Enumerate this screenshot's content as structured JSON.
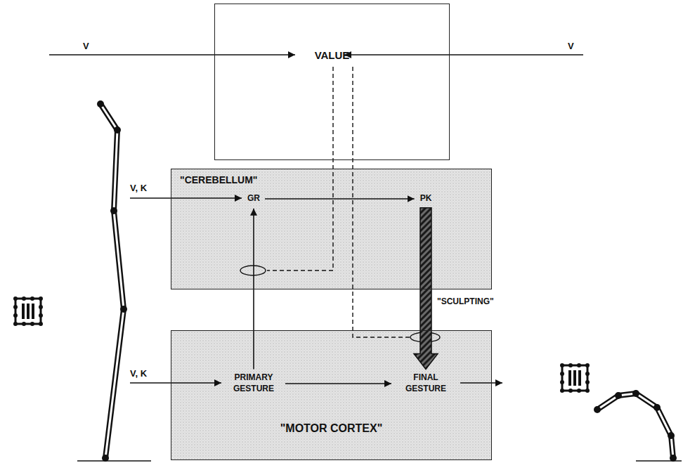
{
  "diagram": {
    "nodes": [
      {
        "text": [
          "VALUE"
        ]
      },
      {
        "text": [
          "\"CEREBELLUM\""
        ]
      },
      {
        "text": [
          "GR"
        ],
        "in": 1
      },
      {
        "text": [
          "PK"
        ],
        "in": 1
      },
      {
        "text": [
          "\"MOTOR CORTEX\""
        ]
      },
      {
        "text": [
          "PRIMARY GESTURE"
        ],
        "in": 4
      },
      {
        "text": [
          "FINAL GESTURE"
        ],
        "in": 4
      }
    ],
    "edges": [
      {
        "from": 2,
        "to": 3,
        "arrow": "to"
      },
      {
        "from": 5,
        "to": 6,
        "arrow": "to"
      },
      {
        "from": 5,
        "to": 2,
        "arrow": "to"
      },
      {
        "from": 3,
        "to": 6,
        "arrow": "to",
        "label": "\"SCULPTING\""
      }
    ],
    "labels": [
      "V",
      "V",
      "V, K",
      "V, K"
    ]
  }
}
